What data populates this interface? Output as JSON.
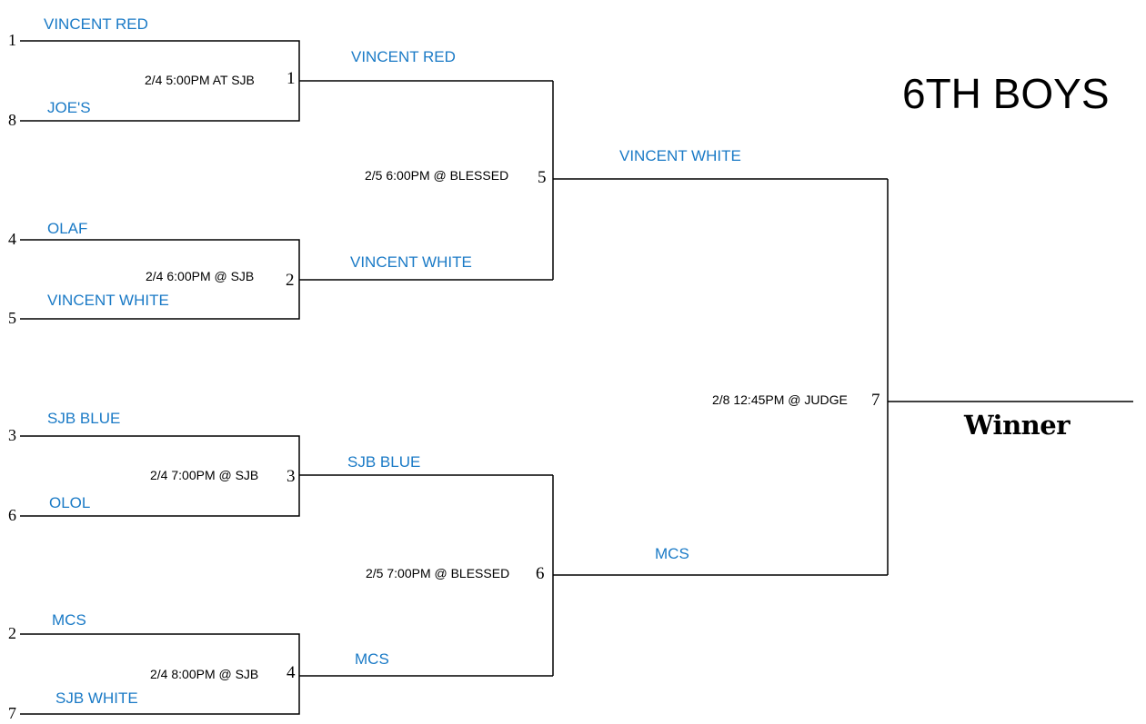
{
  "title": "6TH BOYS",
  "winner_label": "Winner",
  "colors": {
    "team_text": "#1a7ac6",
    "lines": "#000000"
  },
  "seeds": [
    "1",
    "8",
    "4",
    "5",
    "3",
    "6",
    "2",
    "7"
  ],
  "round1": {
    "teams": [
      "VINCENT RED",
      "JOE'S",
      "OLAF",
      "VINCENT WHITE",
      "SJB BLUE",
      "OLOL",
      "MCS",
      "SJB WHITE"
    ],
    "games": [
      {
        "number": "1",
        "schedule": "2/4 5:00PM AT SJB"
      },
      {
        "number": "2",
        "schedule": "2/4 6:00PM @ SJB"
      },
      {
        "number": "3",
        "schedule": "2/4 7:00PM @ SJB"
      },
      {
        "number": "4",
        "schedule": "2/4 8:00PM @ SJB"
      }
    ]
  },
  "round2": {
    "teams": [
      "VINCENT RED",
      "VINCENT WHITE",
      "SJB BLUE",
      "MCS"
    ],
    "games": [
      {
        "number": "5",
        "schedule": "2/5 6:00PM @ BLESSED"
      },
      {
        "number": "6",
        "schedule": "2/5 7:00PM @ BLESSED"
      }
    ]
  },
  "round3": {
    "teams": [
      "VINCENT WHITE",
      "MCS"
    ],
    "games": [
      {
        "number": "7",
        "schedule": "2/8 12:45PM @ JUDGE"
      }
    ]
  }
}
